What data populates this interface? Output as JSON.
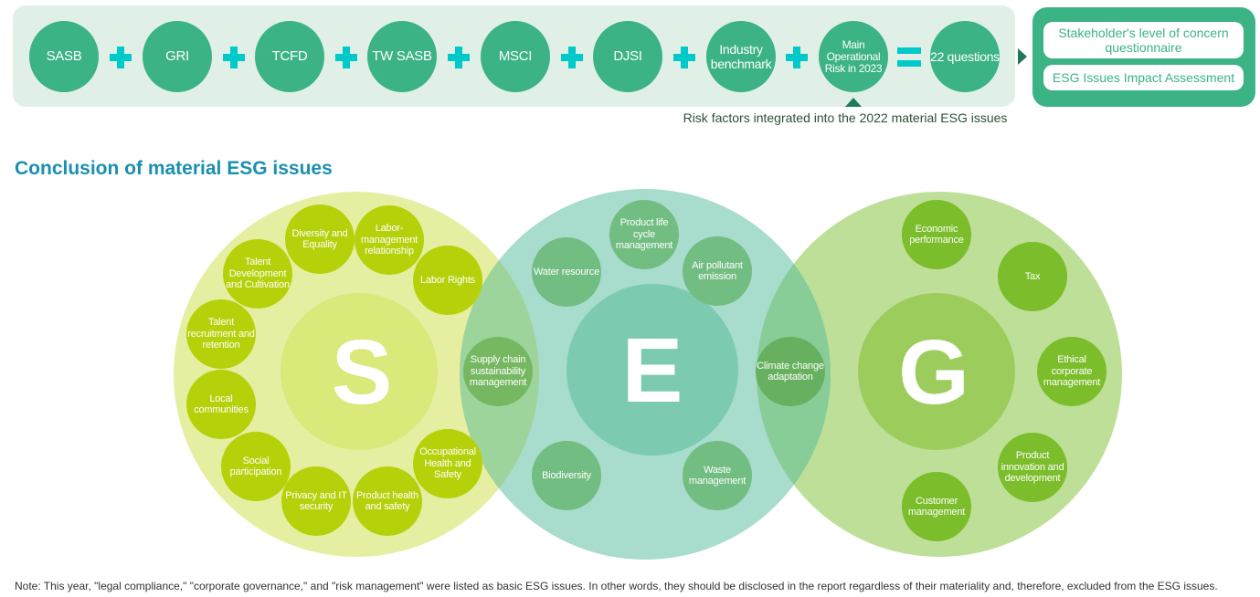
{
  "sources": {
    "items": [
      "SASB",
      "GRI",
      "TCFD",
      "TW SASB",
      "MSCI",
      "DJSI",
      "Industry benchmark",
      "Main Operational Risk in 2023"
    ],
    "result": "22 questions"
  },
  "risk_note": "Risk factors integrated into the 2022 material ESG issues",
  "outputs": [
    "Stakeholder's level of concern questionnaire",
    "ESG Issues Impact Assessment"
  ],
  "title": "Conclusion of material ESG issues",
  "venn": {
    "S": {
      "letter": "S",
      "issues": [
        "Diversity and Equality",
        "Labor-management relationship",
        "Labor Rights",
        "Talent Development and Cultivation",
        "Talent recruitment and retention",
        "Local communities",
        "Social participation",
        "Privacy and IT security",
        "Product health and safety",
        "Occupational Health and Safety"
      ]
    },
    "SE": {
      "issues": [
        "Supply chain sustainability management"
      ]
    },
    "E": {
      "letter": "E",
      "issues": [
        "Water resource",
        "Product life cycle management",
        "Air pollutant emission",
        "Biodiversity",
        "Waste management"
      ]
    },
    "EG": {
      "issues": [
        "Climate change adaptation"
      ]
    },
    "G": {
      "letter": "G",
      "issues": [
        "Economic performance",
        "Tax",
        "Ethical corporate management",
        "Product innovation and development",
        "Customer management"
      ]
    },
    "colors": {
      "S": "#e6eea2",
      "E": "#a8dccd",
      "G": "#bddf98",
      "SE": "#9dd49b",
      "EG": "#88cc98",
      "S_inner": "#dbe87a",
      "E_inner": "#7ccbb0",
      "G_inner": "#9ccd5c"
    }
  },
  "note": "Note: This year, \"legal compliance,\" \"corporate governance,\" and \"risk management\" were listed as basic ESG issues.  In other words, they should be disclosed in the report regardless of their materiality and, therefore, excluded from the ESG issues."
}
